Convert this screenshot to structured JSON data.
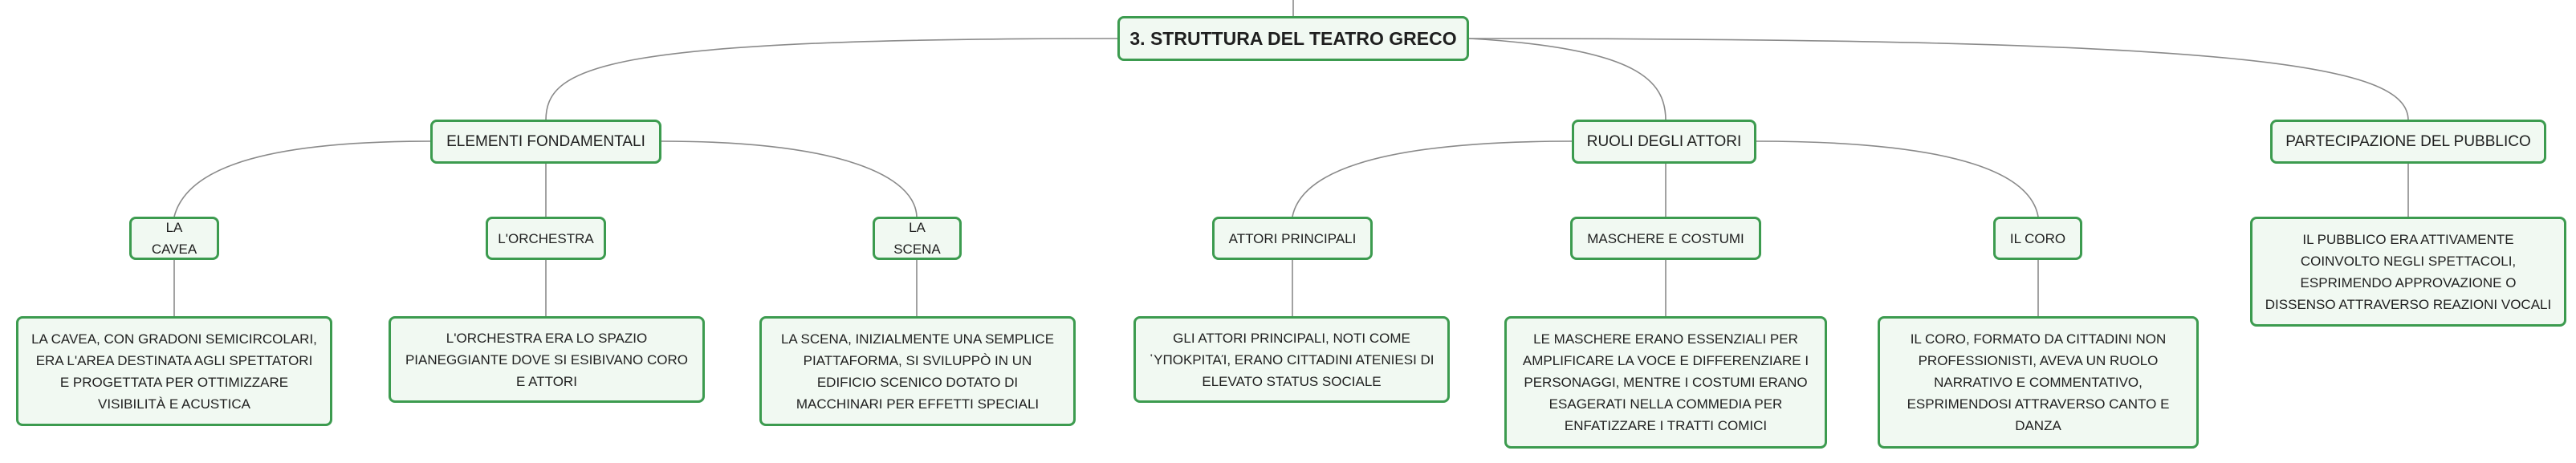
{
  "root": {
    "label": "3. STRUTTURA DEL TEATRO GRECO"
  },
  "branches": [
    {
      "label": "ELEMENTI FONDAMENTALI",
      "children": [
        {
          "label": "LA CAVEA",
          "detail": "LA CAVEA, CON GRADONI SEMICIRCOLARI, ERA L'AREA DESTINATA AGLI SPETTATORI E PROGETTATA PER OTTIMIZZARE VISIBILITÀ E ACUSTICA"
        },
        {
          "label": "L'ORCHESTRA",
          "detail": "L'ORCHESTRA ERA LO SPAZIO PIANEGGIANTE DOVE SI ESIBIVANO CORO E ATTORI"
        },
        {
          "label": "LA SCENA",
          "detail": "LA SCENA, INIZIALMENTE UNA SEMPLICE PIATTAFORMA, SI SVILUPPÒ IN UN EDIFICIO SCENICO DOTATO DI MACCHINARI PER EFFETTI SPECIALI"
        }
      ]
    },
    {
      "label": "RUOLI DEGLI ATTORI",
      "children": [
        {
          "label": "ATTORI PRINCIPALI",
          "detail": "GLI ATTORI PRINCIPALI, NOTI COME ῾ΥΠΟΚΡΙΤΑΊ, ERANO CITTADINI ATENIESI DI ELEVATO STATUS SOCIALE"
        },
        {
          "label": "MASCHERE E COSTUMI",
          "detail": "LE MASCHERE ERANO ESSENZIALI PER AMPLIFICARE LA VOCE E DIFFERENZIARE I PERSONAGGI, MENTRE I COSTUMI ERANO ESAGERATI NELLA COMMEDIA PER ENFATIZZARE I TRATTI COMICI"
        },
        {
          "label": "IL CORO",
          "detail": "IL CORO, FORMATO DA CITTADINI NON PROFESSIONISTI, AVEVA UN RUOLO NARRATIVO E COMMENTATIVO, ESPRIMENDOSI ATTRAVERSO CANTO E DANZA"
        }
      ]
    },
    {
      "label": "PARTECIPAZIONE DEL PUBBLICO",
      "detail": "IL PUBBLICO ERA ATTIVAMENTE COINVOLTO NEGLI SPETTACOLI, ESPRIMENDO APPROVAZIONE O DISSENSO ATTRAVERSO REAZIONI VOCALI"
    }
  ]
}
